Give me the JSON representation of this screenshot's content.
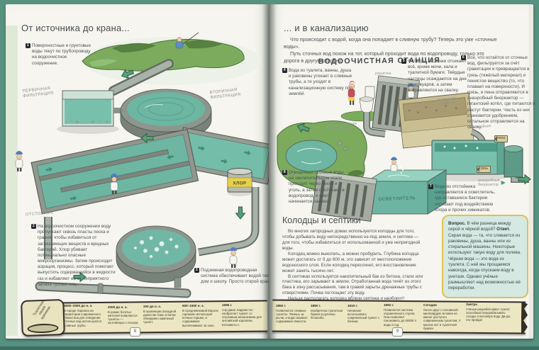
{
  "colors": {
    "background_teal": "#579180",
    "paper": "#f7f5ef",
    "water_teal": "#6cb6a2",
    "parchment": "#ece6c3",
    "qa_box_bg": "#d5e9e2",
    "qa_box_border": "#dfc050",
    "flow_arrow_green": "#55a077",
    "chlorine_yellow": "#e6d14e"
  },
  "left_page": {
    "title": "От источника до крана...",
    "notes": [
      {
        "num": "1",
        "text": "Поверхностные и грунтовые воды текут по трубопроводу на водоочистное сооружение."
      },
      {
        "num": "2",
        "text": "На водоочистном сооружении воду пропускают сквозь пласты песка и гравия, чтобы избавиться от загрязняющих веществ и вредных бактерий. Хлор убивает потенциально опасные микроорганизмы. Затем происходит аэрация, процесс, который помогает выпустить содержащийся в жидкости газ и избавляет её от неприятного запаха тухлых яиц."
      },
      {
        "num": "3",
        "text": "Подземная водопроводная система обеспечивает водой твой дом и школу. Просто открой кран!"
      }
    ],
    "labels": {
      "primary": "ПЕРВИЧНАЯ\nФИЛЬТРАЦИЯ",
      "secondary": "ВТОРИЧНАЯ\nФИЛЬТРАЦИЯ",
      "settling": "ОТСТОЙНИК",
      "chlorine": "ХЛОР"
    },
    "page_number": "8"
  },
  "right_page": {
    "title": "... и в канализацию",
    "intro1": "Что происходит с водой, когда она попадает в сливную трубу? Теперь это уже «сточные воды».",
    "intro2": "Путь сточных вод похож на тот, который проходит вода по водопроводу, только это дорога в другую сторону.",
    "station_heading": "ВОДООЧИСТНАЯ СТАНЦИЯ",
    "notes": [
      {
        "num": "4",
        "text": "Вода из туалета, ванны, душа и раковины утекает в сливные трубы, а те уходят в канализационную систему под землёй."
      },
      {
        "num": "5",
        "text": "Фильтры-заслонки отсекают всё, кроме мочи, кала и туалетной бумаги. Твёрдые частицы осаждаются на дне резервуаров, а затем отправляются на свалку."
      },
      {
        "num": "6",
        "text": "Всё, что остаётся от сточных вод, фильтруется за счёт гравитации и превращается в грязь (тяжёлый материал) и пенистое вещество (то, что плавает на поверхности). И грязь, и пена отправляются в анаэробный биореактор — гигантский котёл, где питаются и растут бактерии. Часть из них становится удобрением, остальное отправляется на свалку."
      },
      {
        "num": "7",
        "text": "Вода из отстойника направляется в осветлитель, где оставшиеся бактерии погибают под воздействием хлора и прочих химикатов."
      },
      {
        "num": "8",
        "text": "Очищенные сточные воды на заключительном этапе проходят через песок и уголь, а затем поступают в водопровод, и цикл начинается заново."
      }
    ],
    "labels": {
      "grate": "решётка",
      "final_filtration": "окончательная\nфильтрация",
      "gravel_tank": "резервуар\nс гравием",
      "settling": "отстойник",
      "foam": "пена",
      "sludge": "грязь",
      "bioreactor": "анаэробный\nбиореактор",
      "clarifier": "ОСВЕТЛИТЕЛЬ"
    },
    "wells": {
      "heading": "Колодцы и септики",
      "p1": "Во многих загородных домах используются колодцы для того, чтобы добывать воду непосредственно из-под земли, и септики — для того, чтобы избавляться от использованной и уже непригодной воды.",
      "p2": "Колодец можно выкопать, а можно пробурить. Глубина колодца может достигать от 9 до 600 м, это зависит от местоположения водоносного слоя. Если колодец пересохнет, его восстановление может занять тысячи лет.",
      "p3": "В септиках используется накопительный бак из бетона, стали или пластика, его зарывают в землю. Отработанная вода течёт из этого бака в зону рассасывания, там в гравий зарыты дренажные трубы с отверстиями. Почва поглощает эту воду.",
      "p4": "Нельзя располагать колодец вблизи септика и наоборот!"
    },
    "qa": {
      "q_label": "Вопрос.",
      "question": "В чём разница между серой и чёрной водой?",
      "a_label": "Ответ.",
      "answer": "Серая вода — та, что сливается из раковины, душа, ванны или из стиральной машины. Некоторые используют такую воду для полива. Чёрная вода — это вода из туалета. С ней мы прощаемся навсегда, когда спускаем воду в унитазе. Однако учёные размышляют над возможностью её переработки."
    },
    "page_number": "9"
  },
  "timeline": {
    "title": "Туалетная\nлиния\nвремени",
    "entries": [
      {
        "date": "3000–2000 до н. э.",
        "text": "В городе Хараппа на территории современного Пакистана для отведения сточных вод используются сливные трубы."
      },
      {
        "date": "2000 до н. э.",
        "text": "В домах богатых жителей появляются туалеты — контейнеры с песком."
      },
      {
        "date": "200 до н. э.",
        "text": "В провинции Западной династии Хань в Китае обнаружен каменный туалет."
      },
      {
        "date": "500–1500 н. э.",
        "text": "В Средневековой Европе горожане используют ночные горшки, а содержимое выплёскивают за окно."
      },
      {
        "date": "1596 г.",
        "text": "Сэр Джон Харрингтон изобретает туалет со спусковым механизмом для английской королевы Елизаветы I."
      },
      {
        "date": "1850 г.",
        "text": "Появляются сливные туалеты. Тянешь за рычаг, и вода смывает содержимое ёмкости."
      },
      {
        "date": "1890 г.",
        "text": "Изобретена туалетная бумага в рулонах. #спасибо."
      },
      {
        "date": "1910 г.",
        "text": "Начинают использовать современный туалет с бачком."
      },
      {
        "date": "1992 г.",
        "text": "Появляется система ограниченного спуска. Она позволяет сэкономить до 50000 л воды в год."
      },
      {
        "date": "Сегодня",
        "text": "Около двух с половиной миллиардов человек не имеют доступа к современным туалетам. У многих нет и туалетной бумаги."
      },
      {
        "date": "Завтра",
        "text": "Учёные разрабатывают туалет, способный перерабатывать отходы в питьевую воду. Да-да, это правда!"
      }
    ]
  }
}
